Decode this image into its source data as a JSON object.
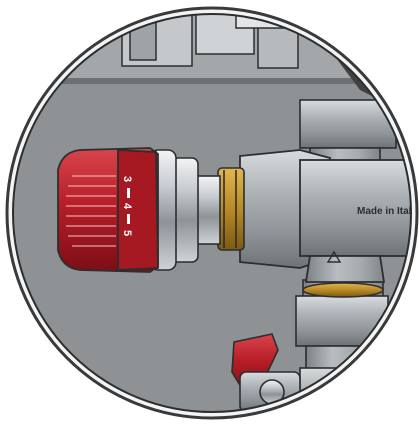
{
  "scene": {
    "knob_markings": [
      "3",
      "4",
      "5"
    ],
    "body_label": "Made in Ital",
    "colors": {
      "background": "#8e9294",
      "knob_red": "#b81e28",
      "brass": "#c0902a",
      "metal": "#b4b9bd",
      "outline": "#2c2e30",
      "frame": "#3a3a3a"
    }
  }
}
